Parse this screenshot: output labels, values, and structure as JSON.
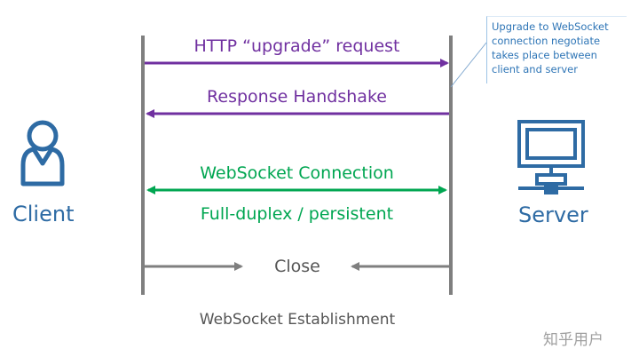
{
  "messages": {
    "upgrade_request": "HTTP “upgrade” request",
    "response_handshake": "Response Handshake",
    "websocket_connection": "WebSocket Connection",
    "full_duplex": "Full-duplex / persistent",
    "close": "Close"
  },
  "actors": {
    "client": "Client",
    "server": "Server"
  },
  "note": {
    "lines": [
      "Upgrade to WebSocket",
      "connection negotiate",
      "takes place between",
      "client and server"
    ]
  },
  "caption": "WebSocket Establishment",
  "watermark": "知乎用户",
  "colors": {
    "purple": "#7030a0",
    "green": "#00a651",
    "grey": "#7f7f7f",
    "actor_blue": "#2e6ba4",
    "note_blue": "#2e75b6"
  },
  "icons": {
    "client": "user-icon",
    "server": "server-computer-icon"
  }
}
